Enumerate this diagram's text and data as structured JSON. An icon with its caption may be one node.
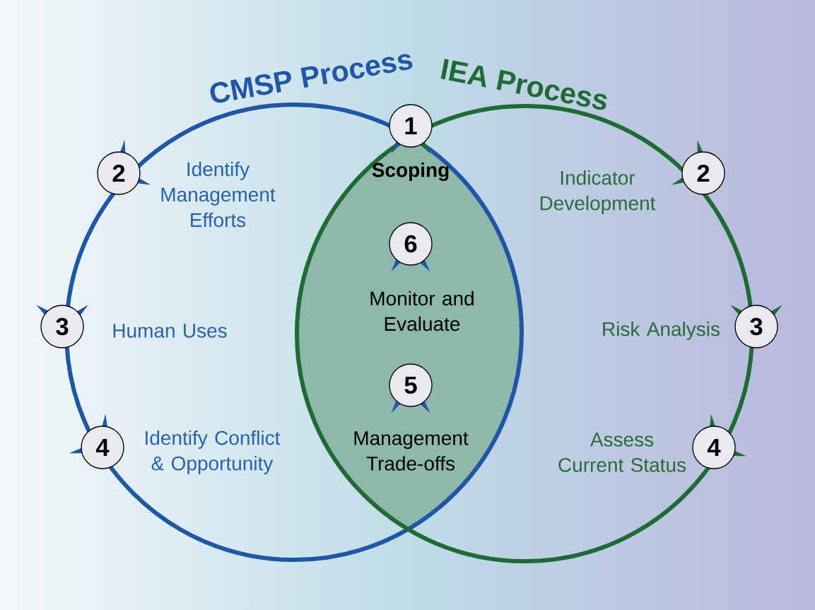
{
  "diagram": {
    "nodes": [
      {
        "text": [
          "1"
        ],
        "beside": [
          "Scoping"
        ]
      },
      {
        "text": [
          "2"
        ],
        "beside": [
          "Identify Management Efforts"
        ]
      },
      {
        "text": [
          "3"
        ],
        "beside": [
          "Human Uses"
        ]
      },
      {
        "text": [
          "4"
        ],
        "beside": [
          "Identify Conflict & Opportunity"
        ]
      },
      {
        "text": [
          "2"
        ],
        "beside": [
          "Indicator Development"
        ]
      },
      {
        "text": [
          "3"
        ],
        "beside": [
          "Risk Analysis"
        ]
      },
      {
        "text": [
          "4"
        ],
        "beside": [
          "Assess Current Status"
        ]
      },
      {
        "text": [
          "6"
        ],
        "beside": [
          "Monitor and Evaluate"
        ]
      },
      {
        "text": [
          "5"
        ],
        "beside": [
          "Management Trade-offs"
        ]
      }
    ],
    "labels": [
      "CMSP Process",
      "IEA Process"
    ]
  }
}
